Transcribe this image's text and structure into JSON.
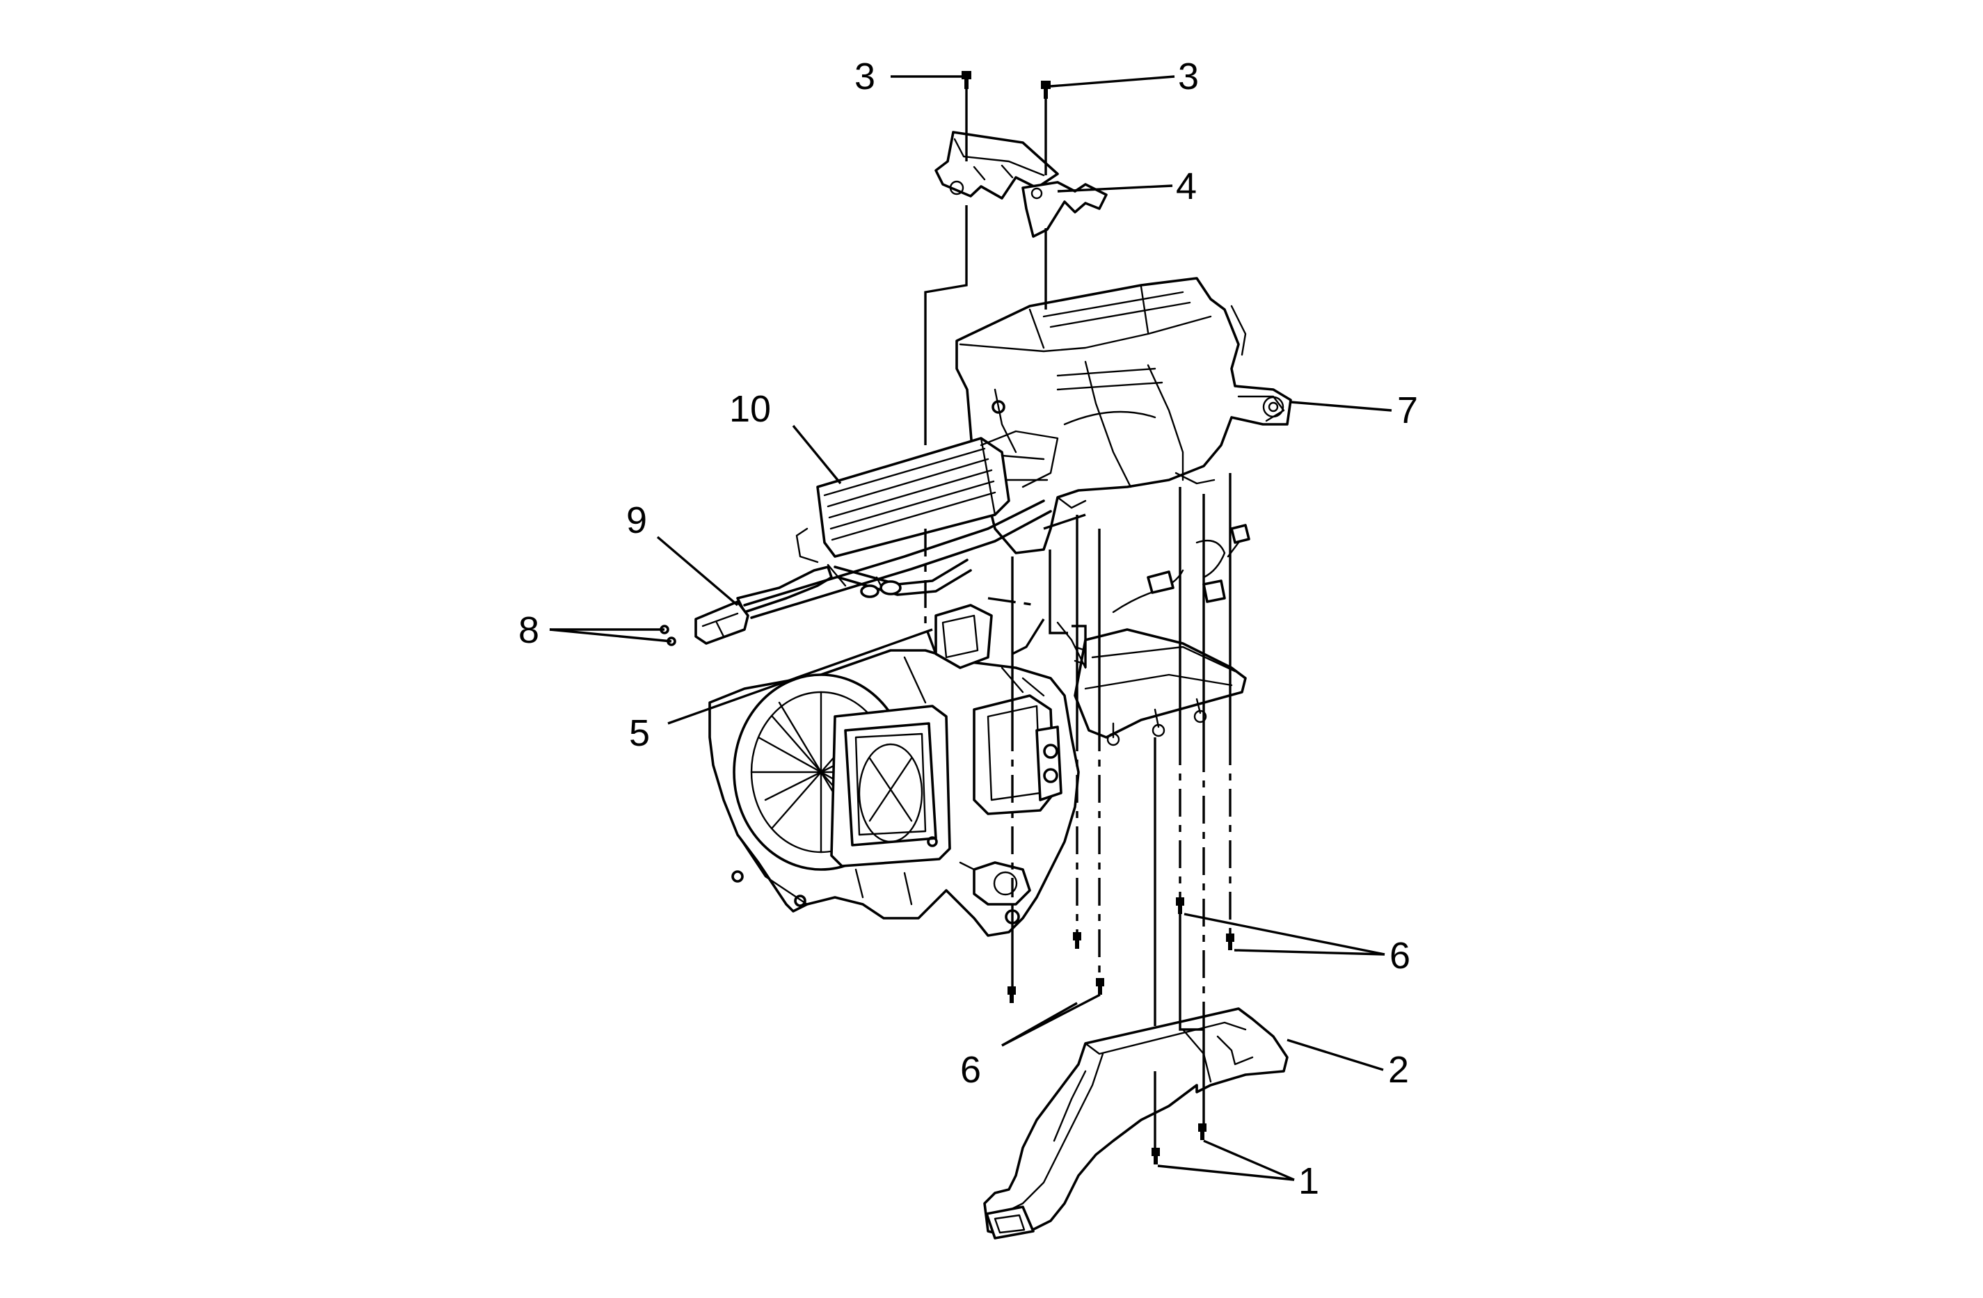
{
  "callouts": [
    {
      "key": "c1",
      "text": "1"
    },
    {
      "key": "c2",
      "text": "2"
    },
    {
      "key": "c3a",
      "text": "3"
    },
    {
      "key": "c3b",
      "text": "3"
    },
    {
      "key": "c4",
      "text": "4"
    },
    {
      "key": "c5",
      "text": "5"
    },
    {
      "key": "c6a",
      "text": "6"
    },
    {
      "key": "c6b",
      "text": "6"
    },
    {
      "key": "c7",
      "text": "7"
    },
    {
      "key": "c8",
      "text": "8"
    },
    {
      "key": "c9",
      "text": "9"
    },
    {
      "key": "c10",
      "text": "10"
    }
  ],
  "colors": {
    "ink": "#000000",
    "paper": "#ffffff"
  }
}
